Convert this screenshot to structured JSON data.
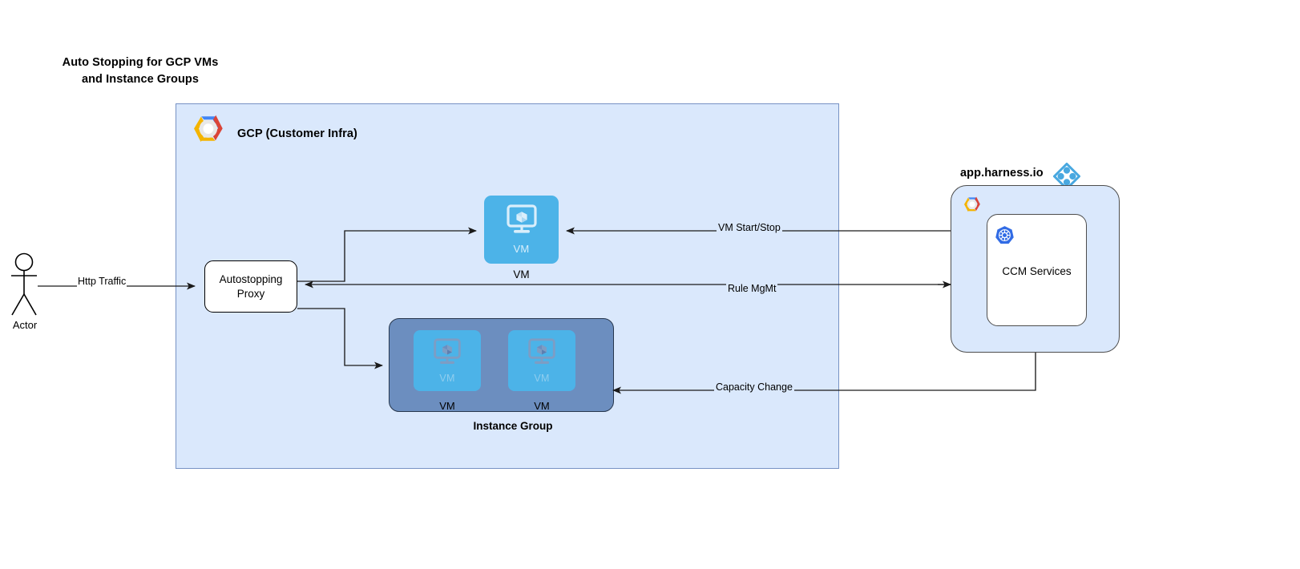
{
  "title": {
    "line1": "Auto Stopping for GCP VMs",
    "line2": "and Instance Groups",
    "full": "Auto Stopping for GCP VMs and Instance Groups"
  },
  "gcp": {
    "container_label": "GCP (Customer Infra)",
    "background_color": "#dae8fc",
    "border_color": "#7792c4",
    "logo_icon": "gcp-hexagon-icon"
  },
  "actor": {
    "label": "Actor",
    "icon": "stick-figure-icon"
  },
  "proxy": {
    "line1": "Autostopping",
    "line2": "Proxy",
    "fill": "#ffffff",
    "border": "#000000"
  },
  "vm_node": {
    "inner_label": "VM",
    "outer_label": "VM",
    "icon": "vm-monitor-cube-icon",
    "fill": "#4cb3e8"
  },
  "instance_group": {
    "group_label": "Instance Group",
    "fill": "#6c8ebf",
    "border": "#27374d",
    "vms": [
      {
        "inner_label": "VM",
        "outer_label": "VM",
        "icon": "vm-monitor-cube-icon"
      },
      {
        "inner_label": "VM",
        "outer_label": "VM",
        "icon": "vm-monitor-cube-icon"
      }
    ]
  },
  "harness": {
    "label": "app.harness.io",
    "logo_icon": "harness-diamond-icon",
    "logo_color": "#49a8e0",
    "panel_fill": "#dae8fc",
    "gcp_icon": "gcp-hexagon-icon",
    "ccm": {
      "label": "CCM Services",
      "icon": "kubernetes-helm-icon",
      "icon_color": "#326ce5",
      "fill": "#ffffff"
    }
  },
  "edges": [
    {
      "id": "http-traffic",
      "label": "Http Traffic",
      "from": "actor",
      "to": "autostopping-proxy"
    },
    {
      "id": "proxy-to-vm",
      "label": "",
      "from": "autostopping-proxy",
      "to": "vm-node"
    },
    {
      "id": "proxy-to-group",
      "label": "",
      "from": "autostopping-proxy",
      "to": "instance-group"
    },
    {
      "id": "vm-start-stop",
      "label": "VM Start/Stop",
      "from": "ccm-services",
      "to": "vm-node"
    },
    {
      "id": "rule-mgmt",
      "label": "Rule MgMt",
      "from": "ccm-services",
      "to": "autostopping-proxy"
    },
    {
      "id": "capacity-change",
      "label": "Capacity Change",
      "from": "ccm-services",
      "to": "instance-group"
    }
  ],
  "colors": {
    "canvas": "#ffffff",
    "cloud_panel": "#dae8fc",
    "vm_blue": "#4cb3e8",
    "group_slate": "#6c8ebf",
    "stroke": "#000000"
  }
}
